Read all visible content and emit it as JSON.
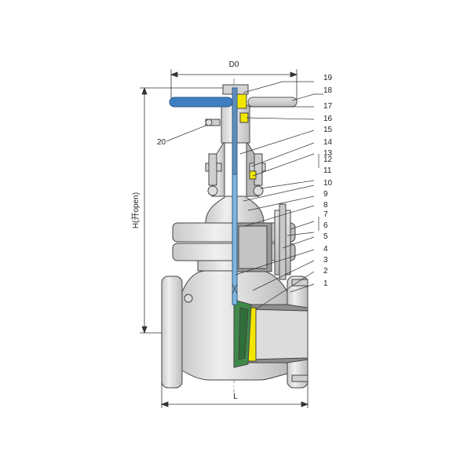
{
  "dimensions": {
    "width_label": "D0",
    "height_label": "H(开open)",
    "length_label": "L"
  },
  "part_numbers": [
    "19",
    "18",
    "17",
    "16",
    "15",
    "14",
    "13",
    "12",
    "11",
    "10",
    "9",
    "8",
    "7",
    "6",
    "5",
    "4",
    "3",
    "2",
    "1",
    "20"
  ],
  "colors": {
    "body_metal": "#d8d8d8",
    "body_shade": "#b5b5b5",
    "stem": "#7fb6e0",
    "handwheel_bar": "#3d7fc1",
    "yellow_part": "#f2e600",
    "green_wedge": "#3f8a4a",
    "line": "#333333"
  }
}
